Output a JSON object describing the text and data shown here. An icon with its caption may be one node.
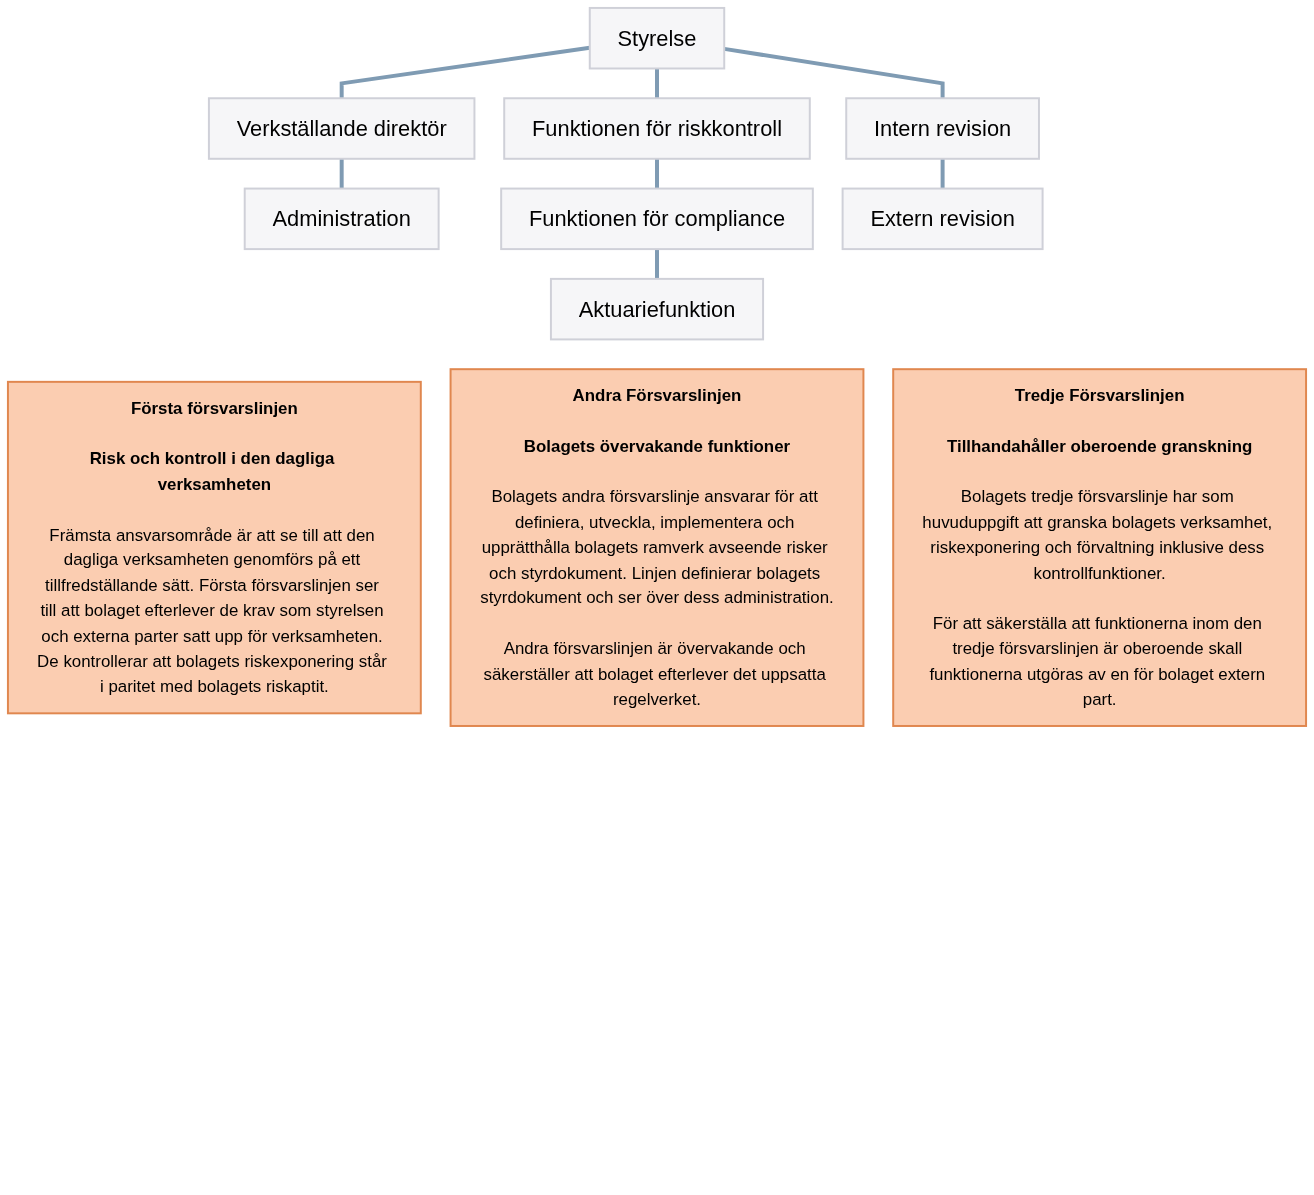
{
  "diagram": {
    "nodes": [
      {
        "text": [
          "Styrelse"
        ]
      },
      {
        "text": [
          "Verkställande direktör"
        ]
      },
      {
        "text": [
          "Funktionen för riskkontroll"
        ]
      },
      {
        "text": [
          "Intern revision"
        ]
      },
      {
        "text": [
          "Administration"
        ]
      },
      {
        "text": [
          "Funktionen för compliance"
        ]
      },
      {
        "text": [
          "Extern revision"
        ]
      },
      {
        "text": [
          "Aktuariefunktion"
        ]
      },
      {
        "text": [
          "Första försvarslinjen",
          "Risk och kontroll i den dagliga verksamheten",
          "Främsta ansvarsområde är att se till att den dagliga verksamheten genomförs på ett tillfredställande sätt. Första försvarslinjen ser till att bolaget efterlever de krav som styrelsen och externa parter satt upp för verksamheten. De kontrollerar att bolagets riskexponering står i paritet med bolagets riskaptit."
        ]
      },
      {
        "text": [
          "Andra Försvarslinjen",
          "Bolagets övervakande funktioner",
          "Bolagets andra försvarslinje ansvarar för att definiera, utveckla, implementera och upprätthålla bolagets ramverk avseende risker och styrdokument. Linjen definierar bolagets styrdokument och ser över dess administration.",
          "Andra försvarslinjen är övervakande och säkerställer att bolaget efterlever det uppsatta regelverket."
        ]
      },
      {
        "text": [
          "Tredje Försvarslinjen",
          "Tillhandahåller oberoende granskning",
          "Bolagets tredje försvarslinje har som huvuduppgift att granska bolagets verksamhet, riskexponering och förvaltning inklusive dess kontrollfunktioner.",
          "För att säkerställa att funktionerna inom den tredje försvarslinjen är oberoende skall funktionerna utgöras av en för bolaget extern part."
        ]
      }
    ],
    "edges": [
      {
        "from": 0,
        "to": 1,
        "arrow": "none"
      },
      {
        "from": 0,
        "to": 2,
        "arrow": "none"
      },
      {
        "from": 0,
        "to": 3,
        "arrow": "none"
      },
      {
        "from": 1,
        "to": 4,
        "arrow": "none"
      },
      {
        "from": 2,
        "to": 5,
        "arrow": "none"
      },
      {
        "from": 3,
        "to": 6,
        "arrow": "none"
      },
      {
        "from": 5,
        "to": 7,
        "arrow": "none"
      }
    ]
  }
}
